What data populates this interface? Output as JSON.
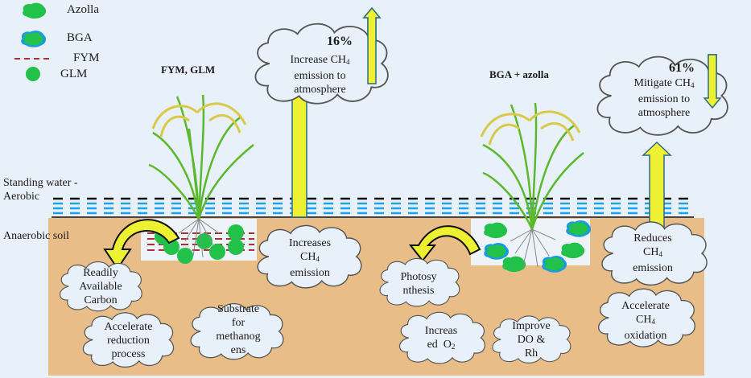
{
  "legend": {
    "items": [
      {
        "label": "Azolla",
        "symbol": "green-blob"
      },
      {
        "label": "BGA",
        "symbol": "green-blob-blue-outline"
      },
      {
        "label": "FYM",
        "symbol": "red-dashed-line"
      },
      {
        "label": "GLM",
        "symbol": "green-dot"
      }
    ]
  },
  "layers": {
    "water_label_1": "Standing water -",
    "water_label_2": "Aerobic",
    "soil_label": "Anaerobic soil"
  },
  "left_panel": {
    "title": "FYM, GLM",
    "top_cloud": {
      "percent": "16%",
      "line1": "Increase CH",
      "line1_sub": "4",
      "line2": "emission to",
      "line3": "atmosphere",
      "direction": "up"
    },
    "mid_cloud": {
      "line1": "Increases",
      "line2": "CH",
      "line2_sub": "4",
      "line3": "emission"
    },
    "clouds": [
      {
        "lines": [
          "Readily",
          "Available",
          "Carbon"
        ]
      },
      {
        "lines": [
          "Accelerate",
          "reduction",
          "process"
        ]
      },
      {
        "lines": [
          "Substrate",
          "for",
          "methanog",
          "ens"
        ]
      }
    ]
  },
  "right_panel": {
    "title": "BGA + azolla",
    "top_cloud": {
      "percent": "61%",
      "line1": "Mitigate CH",
      "line1_sub": "4",
      "line2": "emission to",
      "line3": "atmosphere",
      "direction": "down"
    },
    "mid_cloud": {
      "line1": "Reduces",
      "line2": "CH",
      "line2_sub": "4",
      "line3": "emission"
    },
    "photo_cloud": {
      "lines": [
        "Photosy",
        "nthesis"
      ]
    },
    "o2_cloud": {
      "line1": "Increas",
      "line2": "ed  O",
      "line2_sub": "2"
    },
    "do_cloud": {
      "lines": [
        "Improve",
        "DO &",
        "Rh"
      ]
    },
    "ox_cloud": {
      "line1": "Accelerate",
      "line2": "CH",
      "line2_sub": "4",
      "line3": "oxidation"
    }
  },
  "colors": {
    "background": "#e8f0fa",
    "soil": "#e8bd88",
    "water_dash": "#1fa3e8",
    "aerobic_dash": "#111111",
    "arrow_fill": "#eef032",
    "arrow_stroke": "#2a6a8a",
    "azolla": "#22c24a",
    "bga_outline": "#1a9be0",
    "fym": "#a83232",
    "cloud_fill": "#e8f0fa",
    "cloud_stroke": "#555555"
  }
}
